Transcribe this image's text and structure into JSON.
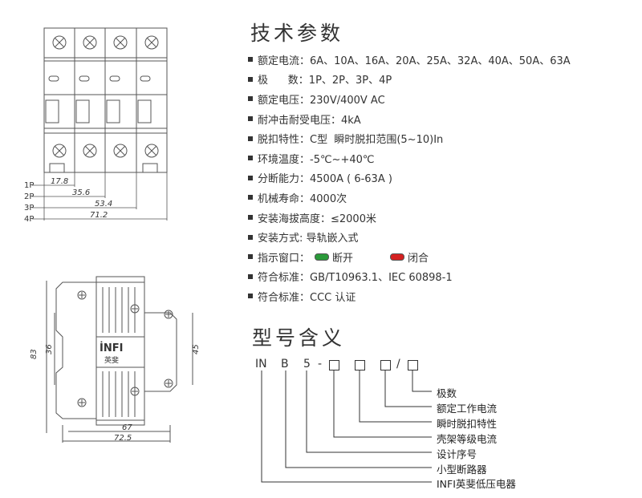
{
  "specs": {
    "title": "技术参数",
    "rows": [
      {
        "label": "额定电流：6A、10A、16A、20A、25A、32A、40A、50A、63A"
      },
      {
        "label": "极      数：1P、2P、3P、4P"
      },
      {
        "label": "额定电压：230V/400V AC"
      },
      {
        "label": "耐冲击耐受电压：4kA"
      },
      {
        "label": "脱扣特性：C型  瞬时脱扣范围(5~10)In"
      },
      {
        "label": "环境温度：-5℃~+40℃"
      },
      {
        "label": "分断能力：4500A ( 6-63A )"
      },
      {
        "label": "机械寿命：4000次"
      },
      {
        "label": "安装海拔高度：≤2000米"
      },
      {
        "label": "安装方式: 导轨嵌入式"
      }
    ],
    "indicator": {
      "label": "指示窗口：",
      "open": "断开",
      "closed": "闭合",
      "open_color": "#2a9a3a",
      "closed_color": "#d42020"
    },
    "rows_after": [
      {
        "label": "符合标准：GB/T10963.1、IEC 60898-1"
      },
      {
        "label": "符合标准：CCC 认证"
      }
    ]
  },
  "model": {
    "title": "型号含义",
    "code": [
      "IN",
      "B",
      "5",
      "-",
      "/"
    ],
    "legend": [
      "极数",
      "额定工作电流",
      "瞬时脱扣特性",
      "壳架等级电流",
      "设计序号",
      "小型断路器",
      "INFI英斐低压电器"
    ]
  },
  "front_view": {
    "poles": [
      "1P",
      "2P",
      "3P",
      "4P"
    ],
    "widths": [
      "17.8",
      "35.6",
      "53.4",
      "71.2"
    ]
  },
  "side_view": {
    "brand": "İNFI",
    "brand_sub": "英斐",
    "dims": {
      "d83": "83",
      "d36": "36",
      "d45": "45",
      "d67": "67",
      "d72_5": "72.5"
    }
  }
}
